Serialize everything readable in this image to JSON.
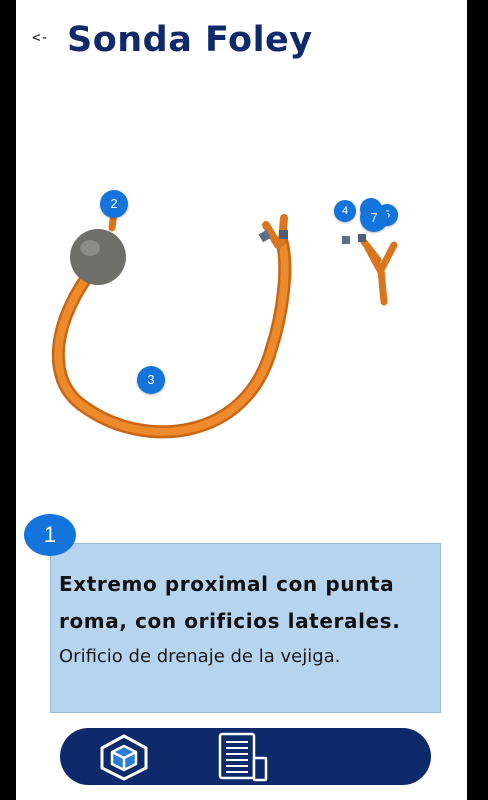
{
  "header": {
    "back_label": "<-",
    "title": "Sonda Foley"
  },
  "model": {
    "markers": [
      "2",
      "3",
      "4",
      "5",
      "6",
      "7"
    ],
    "colors": {
      "tube": "#e07a1f",
      "balloon": "#6f6f6a",
      "marker": "#1375dc"
    }
  },
  "info": {
    "number": "1",
    "title": "Extremo proximal con punta roma, con orificios laterales.",
    "description": "Orificio de drenaje de la vejiga."
  },
  "bottom_nav": {
    "icons": [
      "cube-3d-icon",
      "document-icon"
    ],
    "background": "#0f2a6b"
  }
}
